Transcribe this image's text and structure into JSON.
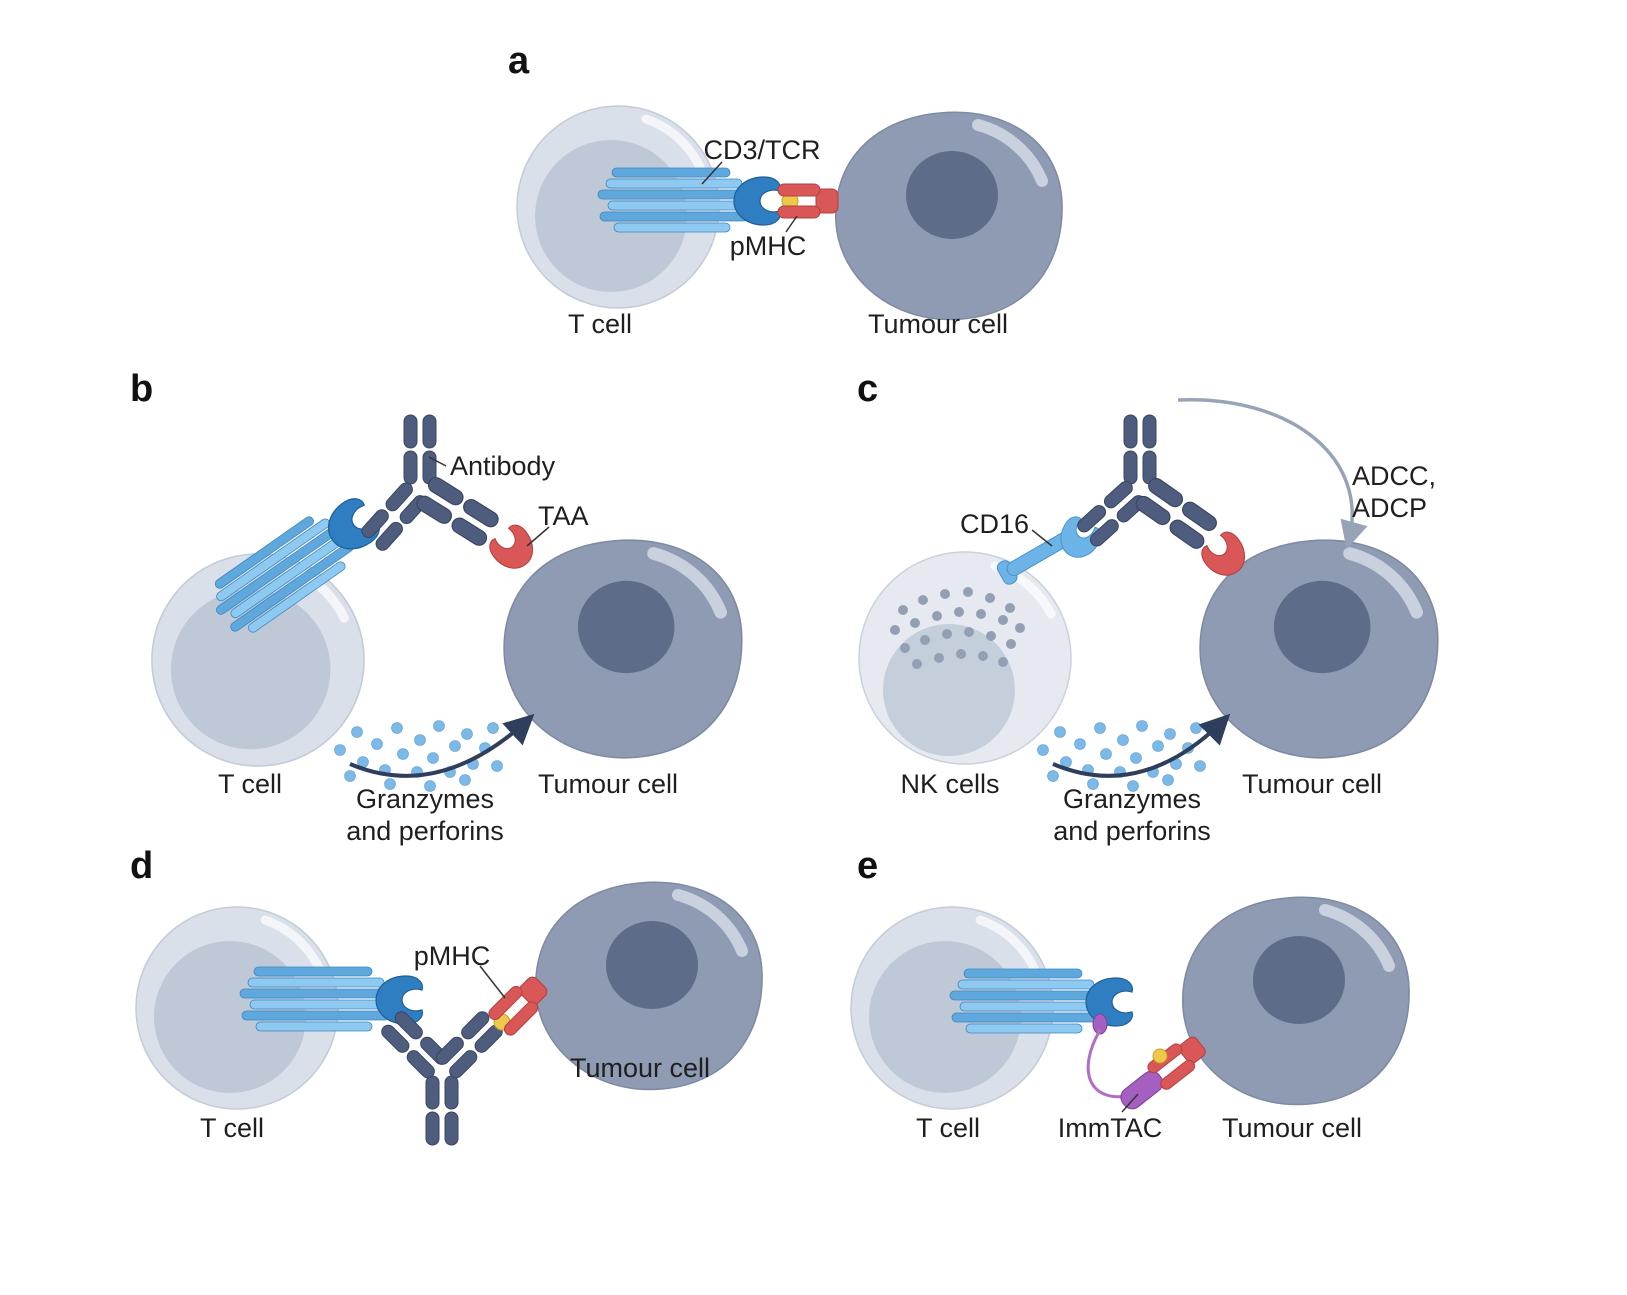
{
  "figure_type": "scientific-diagram",
  "panels": {
    "a": {
      "letter": "a",
      "labels": {
        "receptor": "CD3/TCR",
        "antigen": "pMHC",
        "left_cell": "T cell",
        "right_cell": "Tumour cell"
      },
      "elements": [
        "t-cell-illustration",
        "tcr-cd3-complex-icon",
        "peptide-dot",
        "pmhc-icon",
        "tumour-cell-illustration"
      ]
    },
    "b": {
      "letter": "b",
      "labels": {
        "antibody": "Antibody",
        "taa": "TAA",
        "left_cell": "T cell",
        "right_cell": "Tumour cell",
        "granzymes_line1": "Granzymes",
        "granzymes_line2": "and perforins"
      },
      "elements": [
        "t-cell-illustration",
        "tcr-cd3-complex-icon",
        "antibody-icon",
        "taa-icon",
        "tumour-cell-illustration",
        "granzyme-perforin-dots",
        "cytotoxicity-arrow"
      ]
    },
    "c": {
      "letter": "c",
      "labels": {
        "cd16": "CD16",
        "adcc_line1": "ADCC,",
        "adcc_line2": "ADCP",
        "left_cell": "NK cells",
        "right_cell": "Tumour cell",
        "granzymes_line1": "Granzymes",
        "granzymes_line2": "and perforins"
      },
      "elements": [
        "nk-cell-illustration",
        "cd16-icon",
        "antibody-icon",
        "taa-icon",
        "tumour-cell-illustration",
        "granzyme-perforin-dots",
        "cytotoxicity-arrow",
        "adcc-adcp-arrow"
      ]
    },
    "d": {
      "letter": "d",
      "labels": {
        "pmhc": "pMHC",
        "left_cell": "T cell",
        "right_cell": "Tumour cell"
      },
      "elements": [
        "t-cell-illustration",
        "tcr-cd3-complex-icon",
        "antibody-icon",
        "peptide-dot",
        "pmhc-icon",
        "tumour-cell-illustration"
      ]
    },
    "e": {
      "letter": "e",
      "labels": {
        "immtac": "ImmTAC",
        "left_cell": "T cell",
        "right_cell": "Tumour cell"
      },
      "elements": [
        "t-cell-illustration",
        "tcr-cd3-complex-icon",
        "immtac-icon",
        "peptide-dot",
        "pmhc-icon",
        "tumour-cell-illustration"
      ]
    }
  },
  "colors": {
    "background": "#ffffff",
    "t_cell_fill": "#dae0e9",
    "t_cell_inner": "#bec8d6",
    "nk_cell_fill": "#e6eaf0",
    "nk_cell_inner": "#c5cedb",
    "nk_granule_dot": "#93a0b4",
    "tumour_fill": "#8e9bb2",
    "tumour_nucleus": "#5e6c89",
    "tcr_rod_light": "#8ec9f2",
    "tcr_rod_mid": "#5fa8de",
    "tcr_claw_blue": "#2f7ec2",
    "antibody_slate": "#4e5c7e",
    "pmhc_red": "#d95757",
    "peptide_yellow": "#ecc94b",
    "immtac_purple": "#a55fc0",
    "cd16_blue": "#6cb4e8",
    "granule_blue": "#7cb9e6",
    "arrow_dark": "#2f3e5c",
    "arrow_gray": "#97a4b8",
    "text": "#1f1f1f"
  }
}
